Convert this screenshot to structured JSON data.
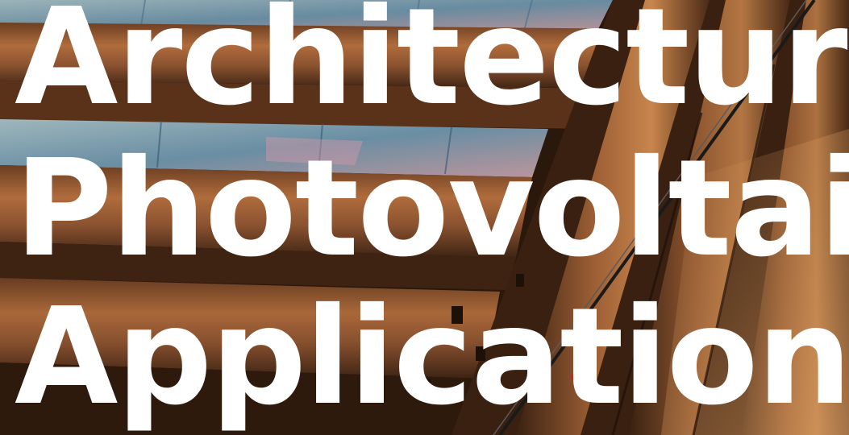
{
  "title_lines": {
    "line1": "Architectural",
    "line2": "Photovoltaic",
    "line3": "Application"
  },
  "colors": {
    "text": "#ffffff",
    "beam_copper": "#9a5a32",
    "glass_panel": "#7fa8b8",
    "shadow": "#1e120a"
  }
}
